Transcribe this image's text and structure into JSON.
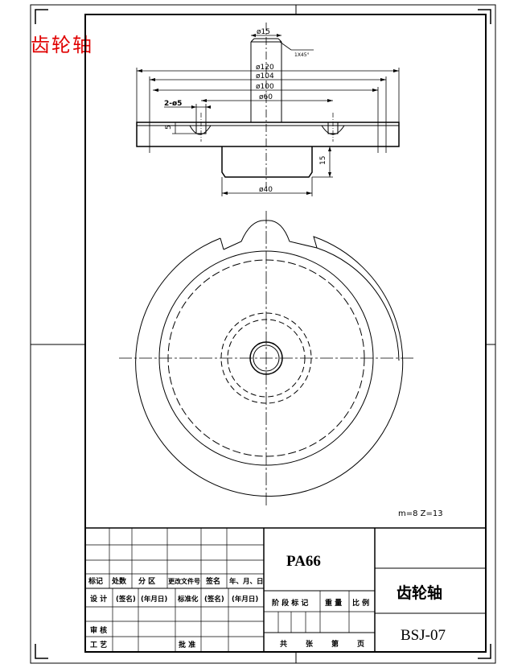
{
  "sheet_title": "齿轮轴",
  "dimensions": {
    "d15": "ø15",
    "chamfer": "1X45°",
    "d120": "ø120",
    "d104": "ø104",
    "d100": "ø100",
    "d60": "ø60",
    "holes": "2-ø5",
    "h5": "5",
    "h15": "15",
    "d40": "ø40"
  },
  "gear_params": "m=8 Z=13",
  "title_block": {
    "material": "PA66",
    "part_name": "齿轮轴",
    "drawing_no": "BSJ-07",
    "row_mark": [
      "标记",
      "处数",
      "分 区",
      "更改文件号",
      "签名",
      "年、月、日"
    ],
    "row_design": [
      "设 计",
      "(签名)",
      "(年月日)",
      "标准化",
      "(签名)",
      "(年月日)"
    ],
    "review": "审 核",
    "process": "工 艺",
    "approve": "批 准",
    "stage_headers": [
      "阶 段 标 记",
      "重 量",
      "比 例"
    ],
    "sheet_footer": [
      "共",
      "张",
      "第",
      "页"
    ]
  }
}
